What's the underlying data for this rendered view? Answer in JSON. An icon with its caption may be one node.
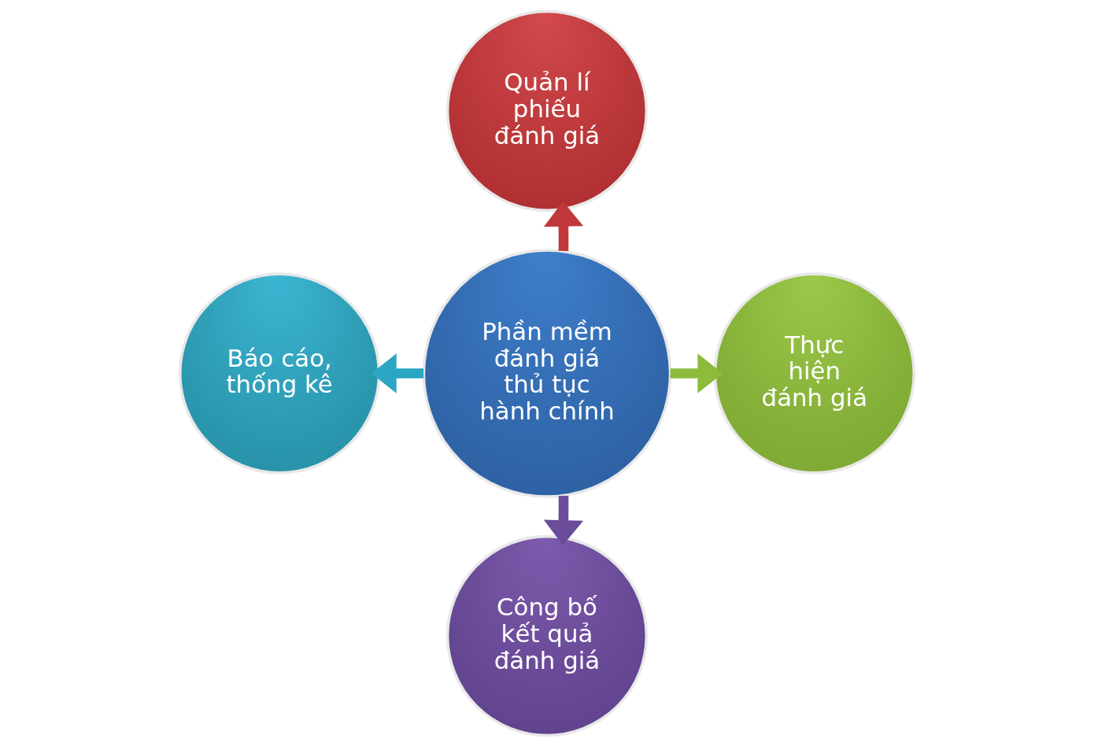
{
  "diagram": {
    "nodes": [
      {
        "text": [
          "Quản lí phiếu đánh giá"
        ]
      },
      {
        "text": [
          "Báo cáo, thống kê"
        ]
      },
      {
        "text": [
          "Phần mềm đánh giá thủ tục hành chính"
        ]
      },
      {
        "text": [
          "Thực hiện đánh giá"
        ]
      },
      {
        "text": [
          "Công bố kết quả đánh giá"
        ]
      }
    ],
    "edges": [
      {
        "from": 2,
        "to": 0,
        "arrow": "to",
        "color": "#c0383a"
      },
      {
        "from": 2,
        "to": 1,
        "arrow": "to",
        "color": "#2ba6c4"
      },
      {
        "from": 2,
        "to": 3,
        "arrow": "to",
        "color": "#8dbb3c"
      },
      {
        "from": 2,
        "to": 4,
        "arrow": "to",
        "color": "#6b4c9b"
      }
    ]
  }
}
